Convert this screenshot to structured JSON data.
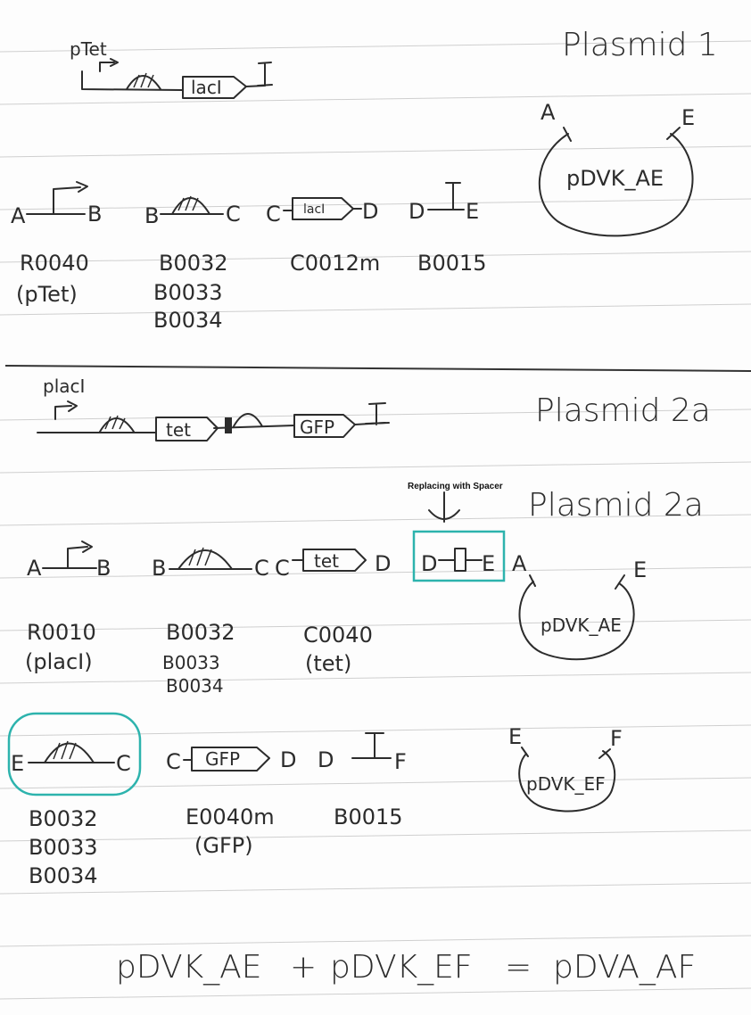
{
  "plasmid1": {
    "title": "Plasmid 1",
    "overview": {
      "promoter": "pTet",
      "gene": "lacI"
    },
    "parts": [
      {
        "ends": [
          "A",
          "B"
        ],
        "ids": [
          "R0040",
          "(pTet)"
        ]
      },
      {
        "ends": [
          "B",
          "C"
        ],
        "ids": [
          "B0032",
          "B0033",
          "B0034"
        ]
      },
      {
        "ends": [
          "C",
          "D"
        ],
        "box": "lacI",
        "ids": [
          "C0012m"
        ]
      },
      {
        "ends": [
          "D",
          "E"
        ],
        "ids": [
          "B0015"
        ]
      }
    ],
    "backbone": {
      "name": "pDVK_AE",
      "ends": [
        "A",
        "E"
      ]
    }
  },
  "plasmid2a_overview": {
    "title": "Plasmid 2a",
    "promoter": "placI",
    "gene1": "tet",
    "gene2": "GFP"
  },
  "plasmid2a": {
    "title": "Plasmid 2a",
    "annotation": "Replacing with Spacer",
    "parts": [
      {
        "ends": [
          "A",
          "B"
        ],
        "ids": [
          "R0010",
          "(placI)"
        ]
      },
      {
        "ends": [
          "B",
          "C"
        ],
        "ids": [
          "B0032",
          "B0033",
          "B0034"
        ]
      },
      {
        "ends": [
          "C",
          "D"
        ],
        "box": "tet",
        "ids": [
          "C0040",
          "(tet)"
        ]
      },
      {
        "ends": [
          "D",
          "E"
        ],
        "ids": []
      }
    ],
    "backbone": {
      "name": "pDVK_AE",
      "ends": [
        "A",
        "E"
      ]
    }
  },
  "row3": {
    "parts": [
      {
        "ends": [
          "E",
          "C"
        ],
        "ids": [
          "B0032",
          "B0033",
          "B0034"
        ]
      },
      {
        "ends": [
          "C",
          "D"
        ],
        "box": "GFP",
        "ids": [
          "E0040m",
          "(GFP)"
        ]
      },
      {
        "ends": [
          "D",
          "F"
        ],
        "ids": [
          "B0015"
        ]
      }
    ],
    "backbone": {
      "name": "pDVK_EF",
      "ends": [
        "E",
        "F"
      ]
    }
  },
  "equation": {
    "term1": "pDVK_AE",
    "plus": "+",
    "term2": "pDVK_EF",
    "equals": "=",
    "result": "pDVA_AF"
  },
  "colors": {
    "highlight": "#2db3ad",
    "ink": "#2c2c2c"
  }
}
